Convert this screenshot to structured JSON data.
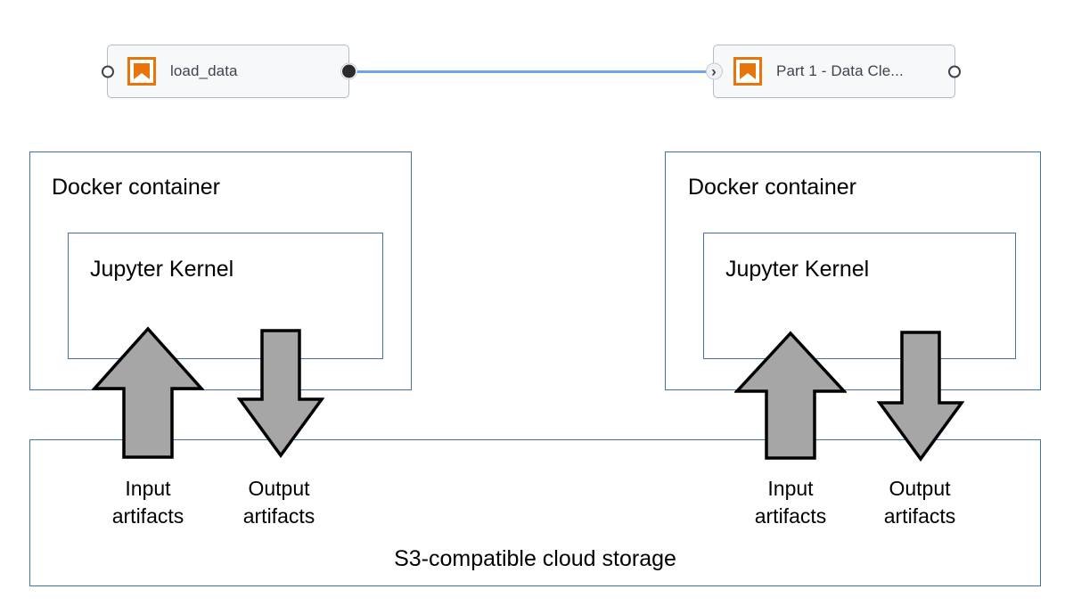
{
  "pipeline": {
    "nodes": [
      {
        "id": "load-data",
        "label": "load_data",
        "icon": "bookmark-icon",
        "left_port": "ring",
        "right_port": "dot"
      },
      {
        "id": "part-1-data-cleaning",
        "label": "Part 1 - Data Cle...",
        "icon": "bookmark-icon",
        "left_port": "chevron",
        "right_port": "ring"
      }
    ],
    "edge": {
      "from": "load-data",
      "to": "part-1-data-cleaning",
      "color": "#6ca6e8"
    }
  },
  "architecture": {
    "containers": [
      {
        "id": "left",
        "title": "Docker container",
        "kernel_title": "Jupyter Kernel",
        "input_caption": "Input\nartifacts",
        "output_caption": "Output\nartifacts"
      },
      {
        "id": "right",
        "title": "Docker container",
        "kernel_title": "Jupyter Kernel",
        "input_caption": "Input\nartifacts",
        "output_caption": "Output\nartifacts"
      }
    ],
    "storage": {
      "label": "S3-compatible cloud storage"
    }
  },
  "colors": {
    "accent_orange": "#e8740c",
    "box_blue": "#4472a8",
    "edge_blue": "#6ca6e8",
    "arrow_gray": "#a6a6a6",
    "node_border": "#b3bcc8",
    "node_fill": "#f7f8fa"
  }
}
